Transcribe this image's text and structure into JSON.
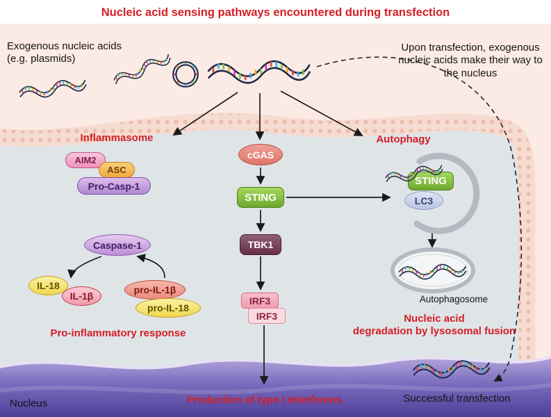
{
  "title": "Nucleic acid sensing pathways encountered during transfection",
  "labels": {
    "exogenous": "Exogenous nucleic acids (e.g. plasmids)",
    "upon_transfection": "Upon transfection, exogenous nucleic acids make their way to the nucleus",
    "inflammasome": "Inflammasome",
    "autophagy": "Autophagy",
    "pro_inflammatory_response": "Pro-inflammatory response",
    "type_i_interferons": "Production of type I interferons",
    "degradation_line1": "Nucleic acid",
    "degradation_line2": "degradation by lysosomal fusion",
    "autophagosome": "Autophagosome",
    "successful_transfection": "Successful transfection",
    "nucleus": "Nucleus"
  },
  "nodes": {
    "aim2": "AIM2",
    "asc": "ASC",
    "pro_casp_1": "Pro-Casp-1",
    "caspase_1": "Caspase-1",
    "il_18": "IL-18",
    "il_1b": "IL-1β",
    "pro_il_1b": "pro-IL-1β",
    "pro_il_18": "pro-IL-18",
    "cgas": "cGAS",
    "sting": "STING",
    "tbk1": "TBK1",
    "irf3_top": "IRF3",
    "irf3_bottom": "IRF3",
    "sting_autophagy": "STING",
    "lc3": "LC3"
  },
  "colors": {
    "title_red": "#d31e25",
    "outside_pink": "#fcebe5",
    "cytoplasm_gray": "#dfe4e7",
    "membrane_pink": "#f6dbd0",
    "nucleus_purple": "#50409b",
    "sting_green": "#6ea92c",
    "tbk1_maroon": "#652e46"
  }
}
